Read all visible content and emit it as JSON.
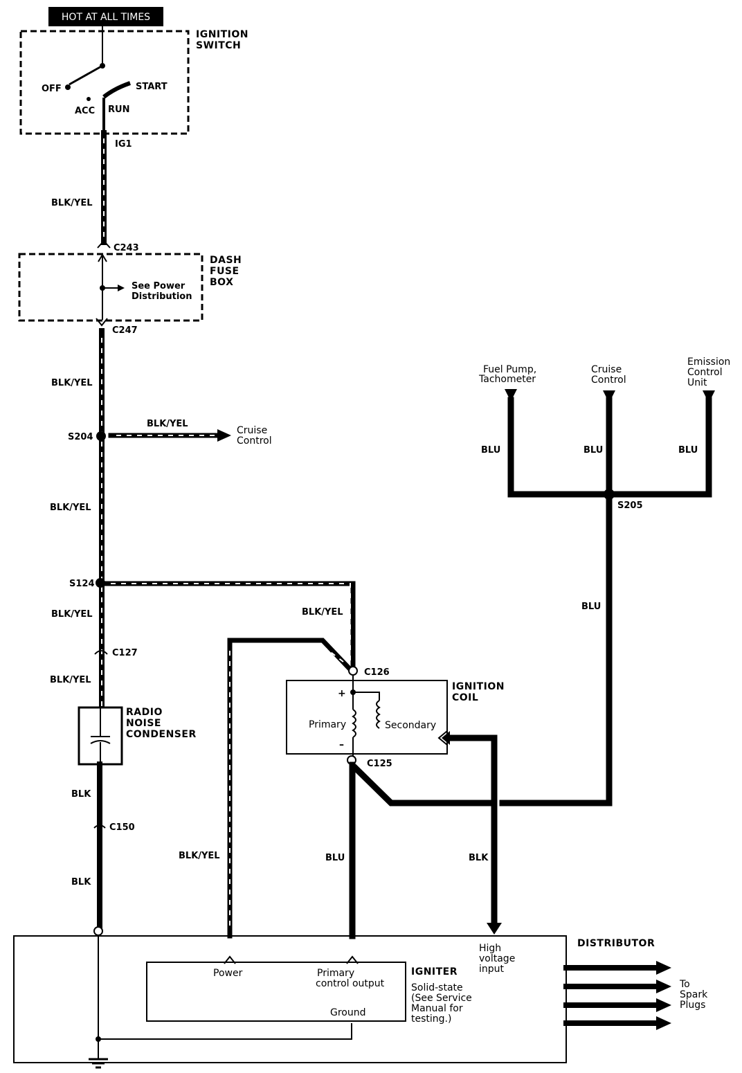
{
  "header": {
    "hot_label": "HOT AT ALL TIMES"
  },
  "ignition_switch": {
    "title_line1": "IGNITION",
    "title_line2": "SWITCH",
    "pos_off": "OFF",
    "pos_start": "START",
    "pos_acc": "ACC",
    "pos_run": "RUN",
    "terminal": "IG1"
  },
  "dash_fuse_box": {
    "title_line1": "DASH",
    "title_line2": "FUSE",
    "title_line3": "BOX",
    "note_line1": "See Power",
    "note_line2": "Distribution",
    "conn_top": "C243",
    "conn_bottom": "C247"
  },
  "wires": {
    "w1": "BLK/YEL",
    "w2": "BLK/YEL",
    "w3": "BLK/YEL",
    "w4": "BLK/YEL",
    "w5": "BLK/YEL",
    "w6": "BLK/YEL",
    "w7": "BLK/YEL",
    "w8": "BLK/YEL",
    "w9": "BLK",
    "w10": "BLK",
    "w11": "BLU",
    "w12": "BLK",
    "blu1": "BLU",
    "blu2": "BLU",
    "blu3": "BLU",
    "blu4": "BLU"
  },
  "splices": {
    "s204": "S204",
    "s124": "S124",
    "s205": "S205",
    "c127": "C127",
    "c150": "C150",
    "c126": "C126",
    "c125": "C125"
  },
  "cruise": {
    "line1": "Cruise",
    "line2": "Control"
  },
  "outputs": {
    "fuel_line1": "Fuel Pump,",
    "fuel_line2": "Tachometer",
    "cruise_line1": "Cruise",
    "cruise_line2": "Control",
    "ecu_line1": "Emission",
    "ecu_line2": "Control",
    "ecu_line3": "Unit"
  },
  "condenser": {
    "line1": "RADIO",
    "line2": "NOISE",
    "line3": "CONDENSER"
  },
  "ignition_coil": {
    "title_line1": "IGNITION",
    "title_line2": "COIL",
    "primary": "Primary",
    "secondary": "Secondary",
    "plus": "+",
    "minus": "–"
  },
  "distributor": {
    "title": "DISTRIBUTOR",
    "hv_line1": "High",
    "hv_line2": "voltage",
    "hv_line3": "input",
    "spark_line1": "To",
    "spark_line2": "Spark",
    "spark_line3": "Plugs"
  },
  "igniter": {
    "title": "IGNITER",
    "power": "Power",
    "pco_line1": "Primary",
    "pco_line2": "control output",
    "ground": "Ground",
    "note_line1": "Solid-state",
    "note_line2": "(See Service",
    "note_line3": "Manual for",
    "note_line4": "testing.)"
  }
}
